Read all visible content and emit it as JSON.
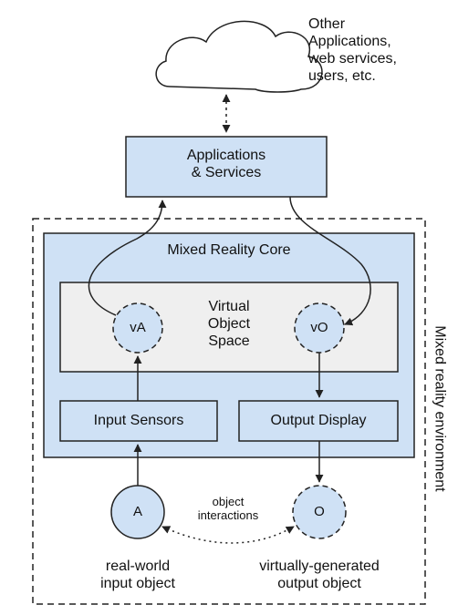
{
  "diagram": {
    "cloud_label": "Other\nApplications,\nweb services,\nusers, etc.",
    "apps_box_label": "Applications\n& Services",
    "core_box_label": "Mixed Reality Core",
    "vos_box_label": "Virtual\nObject\nSpace",
    "va_label": "vA",
    "vo_label": "vO",
    "input_sensors_label": "Input Sensors",
    "output_display_label": "Output Display",
    "real_object_node_label": "A",
    "virtual_object_node_label": "O",
    "interaction_label": "object\ninteractions",
    "real_object_caption": "real-world\ninput object",
    "virtual_object_caption": "virtually-generated\noutput object",
    "environment_label": "Mixed reality environment"
  },
  "colors": {
    "box_fill": "#cfe1f5",
    "vos_fill": "#efefef",
    "stroke": "#222222"
  }
}
